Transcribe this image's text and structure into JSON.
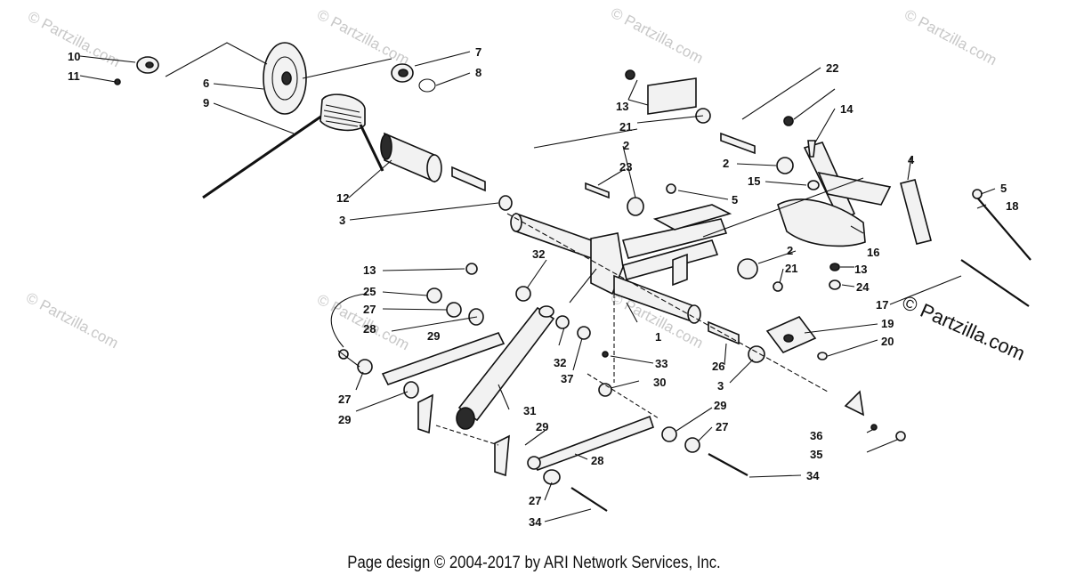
{
  "diagram": {
    "watermark": "© Partzilla.com",
    "callouts": [
      "10",
      "11",
      "6",
      "9",
      "7",
      "8",
      "12",
      "3",
      "22",
      "13",
      "21",
      "14",
      "2",
      "23",
      "15",
      "5",
      "4",
      "18",
      "16",
      "32",
      "13",
      "25",
      "27",
      "28",
      "29",
      "21",
      "24",
      "17",
      "19",
      "20",
      "1",
      "33",
      "37",
      "26",
      "30",
      "3",
      "31",
      "27",
      "29",
      "29",
      "27",
      "28",
      "36",
      "35",
      "34",
      "27",
      "34",
      "2",
      "2",
      "13",
      "32",
      "5"
    ]
  },
  "footer": {
    "text": "Page design © 2004-2017 by ARI Network Services, Inc."
  }
}
